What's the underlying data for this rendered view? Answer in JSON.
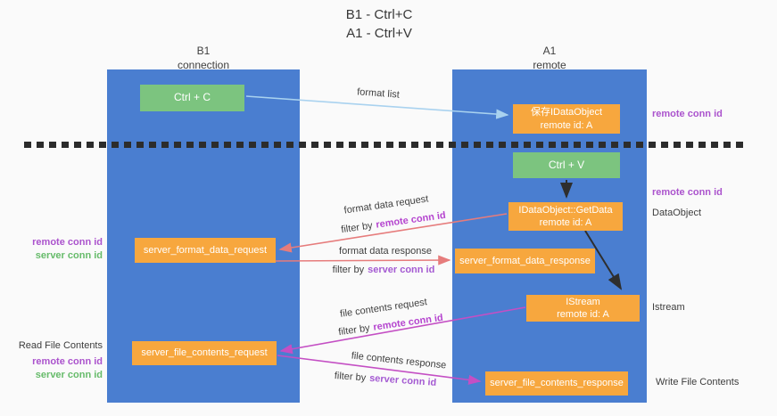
{
  "title": {
    "line1": "B1 - Ctrl+C",
    "line2": "A1 - Ctrl+V"
  },
  "lanes": {
    "left": {
      "name": "B1",
      "role": "connection"
    },
    "right": {
      "name": "A1",
      "role": "remote"
    }
  },
  "nodes": {
    "ctrl_c": {
      "label": "Ctrl + C"
    },
    "ctrl_v": {
      "label": "Ctrl + V"
    },
    "save_dataobject": {
      "line1": "保存IDataObject",
      "line2": "remote id: A"
    },
    "getdata": {
      "line1": "IDataObject::GetData",
      "line2": "remote id: A"
    },
    "istream": {
      "line1": "IStream",
      "line2": "remote id: A"
    },
    "format_request": {
      "label": "server_format_data_request"
    },
    "format_response": {
      "label": "server_format_data_response"
    },
    "file_request": {
      "label": "server_file_contents_request"
    },
    "file_response": {
      "label": "server_file_contents_response"
    }
  },
  "arrows": {
    "format_list": {
      "label": "format list"
    },
    "format_data_request": {
      "label": "format data request",
      "filter_prefix": "filter by",
      "filter_key": "remote conn id"
    },
    "format_data_response": {
      "label": "format data response",
      "filter_prefix": "filter by",
      "filter_key": "server conn id"
    },
    "file_contents_request": {
      "label": "file contents request",
      "filter_prefix": "filter by",
      "filter_key": "remote conn id"
    },
    "file_contents_response": {
      "label": "file contents response",
      "filter_prefix": "filter by",
      "filter_key": "server conn id"
    }
  },
  "annotations": {
    "right_remote_conn_top": "remote conn id",
    "right_remote_conn_mid": "remote conn id",
    "right_dataobject": "DataObject",
    "right_istream": "Istream",
    "right_write_file": "Write File Contents",
    "left_remote_conn_fmt": "remote conn id",
    "left_server_conn_fmt": "server conn id",
    "left_read_file": "Read File Contents",
    "left_remote_conn_file": "remote conn id",
    "left_server_conn_file": "server conn id"
  },
  "colors": {
    "lane_blue": "#4a7ed0",
    "node_orange": "#f7a73e",
    "node_green": "#7cc47f",
    "arrow_light_blue": "#a9d2ef",
    "arrow_salmon": "#e67c7c",
    "arrow_magenta": "#c44fc4",
    "arrow_black": "#2e2e2e",
    "text_purple": "#ab53cd",
    "text_green": "#66bb6a"
  }
}
